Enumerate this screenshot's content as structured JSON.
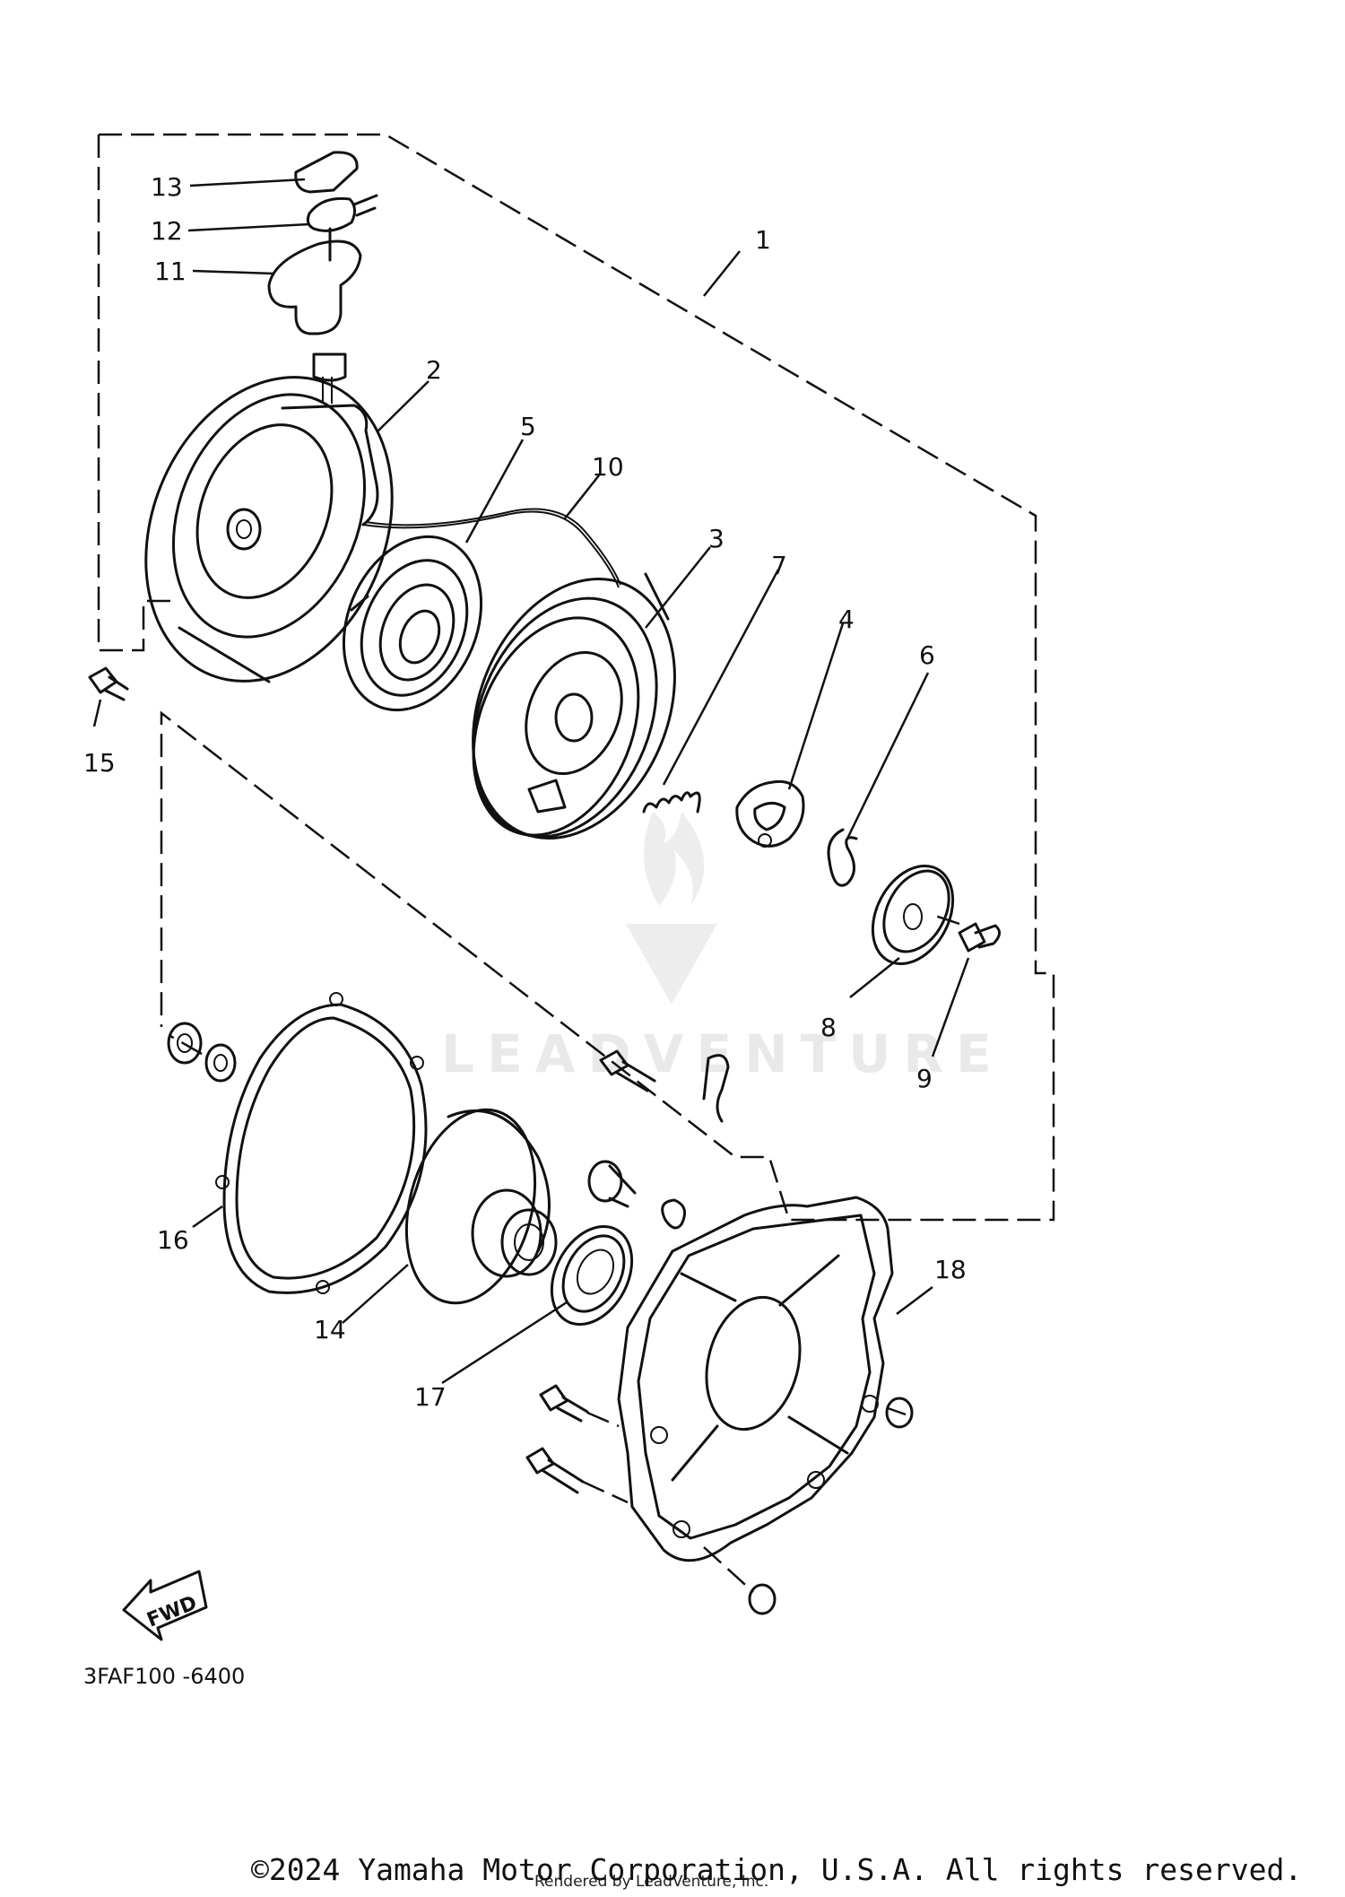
{
  "diagram": {
    "callouts": [
      "1",
      "2",
      "3",
      "4",
      "5",
      "6",
      "7",
      "8",
      "9",
      "10",
      "11",
      "12",
      "13",
      "14",
      "15",
      "16",
      "17",
      "18"
    ],
    "fwd_label": "FWD",
    "ref_code": "3FAF100 -6400",
    "watermark": "LEADVENTURE"
  },
  "footer": {
    "copyright": "©2024 Yamaha Motor Corporation, U.S.A. All rights reserved.",
    "rendered_by": "Rendered by LeadVenture, Inc."
  }
}
